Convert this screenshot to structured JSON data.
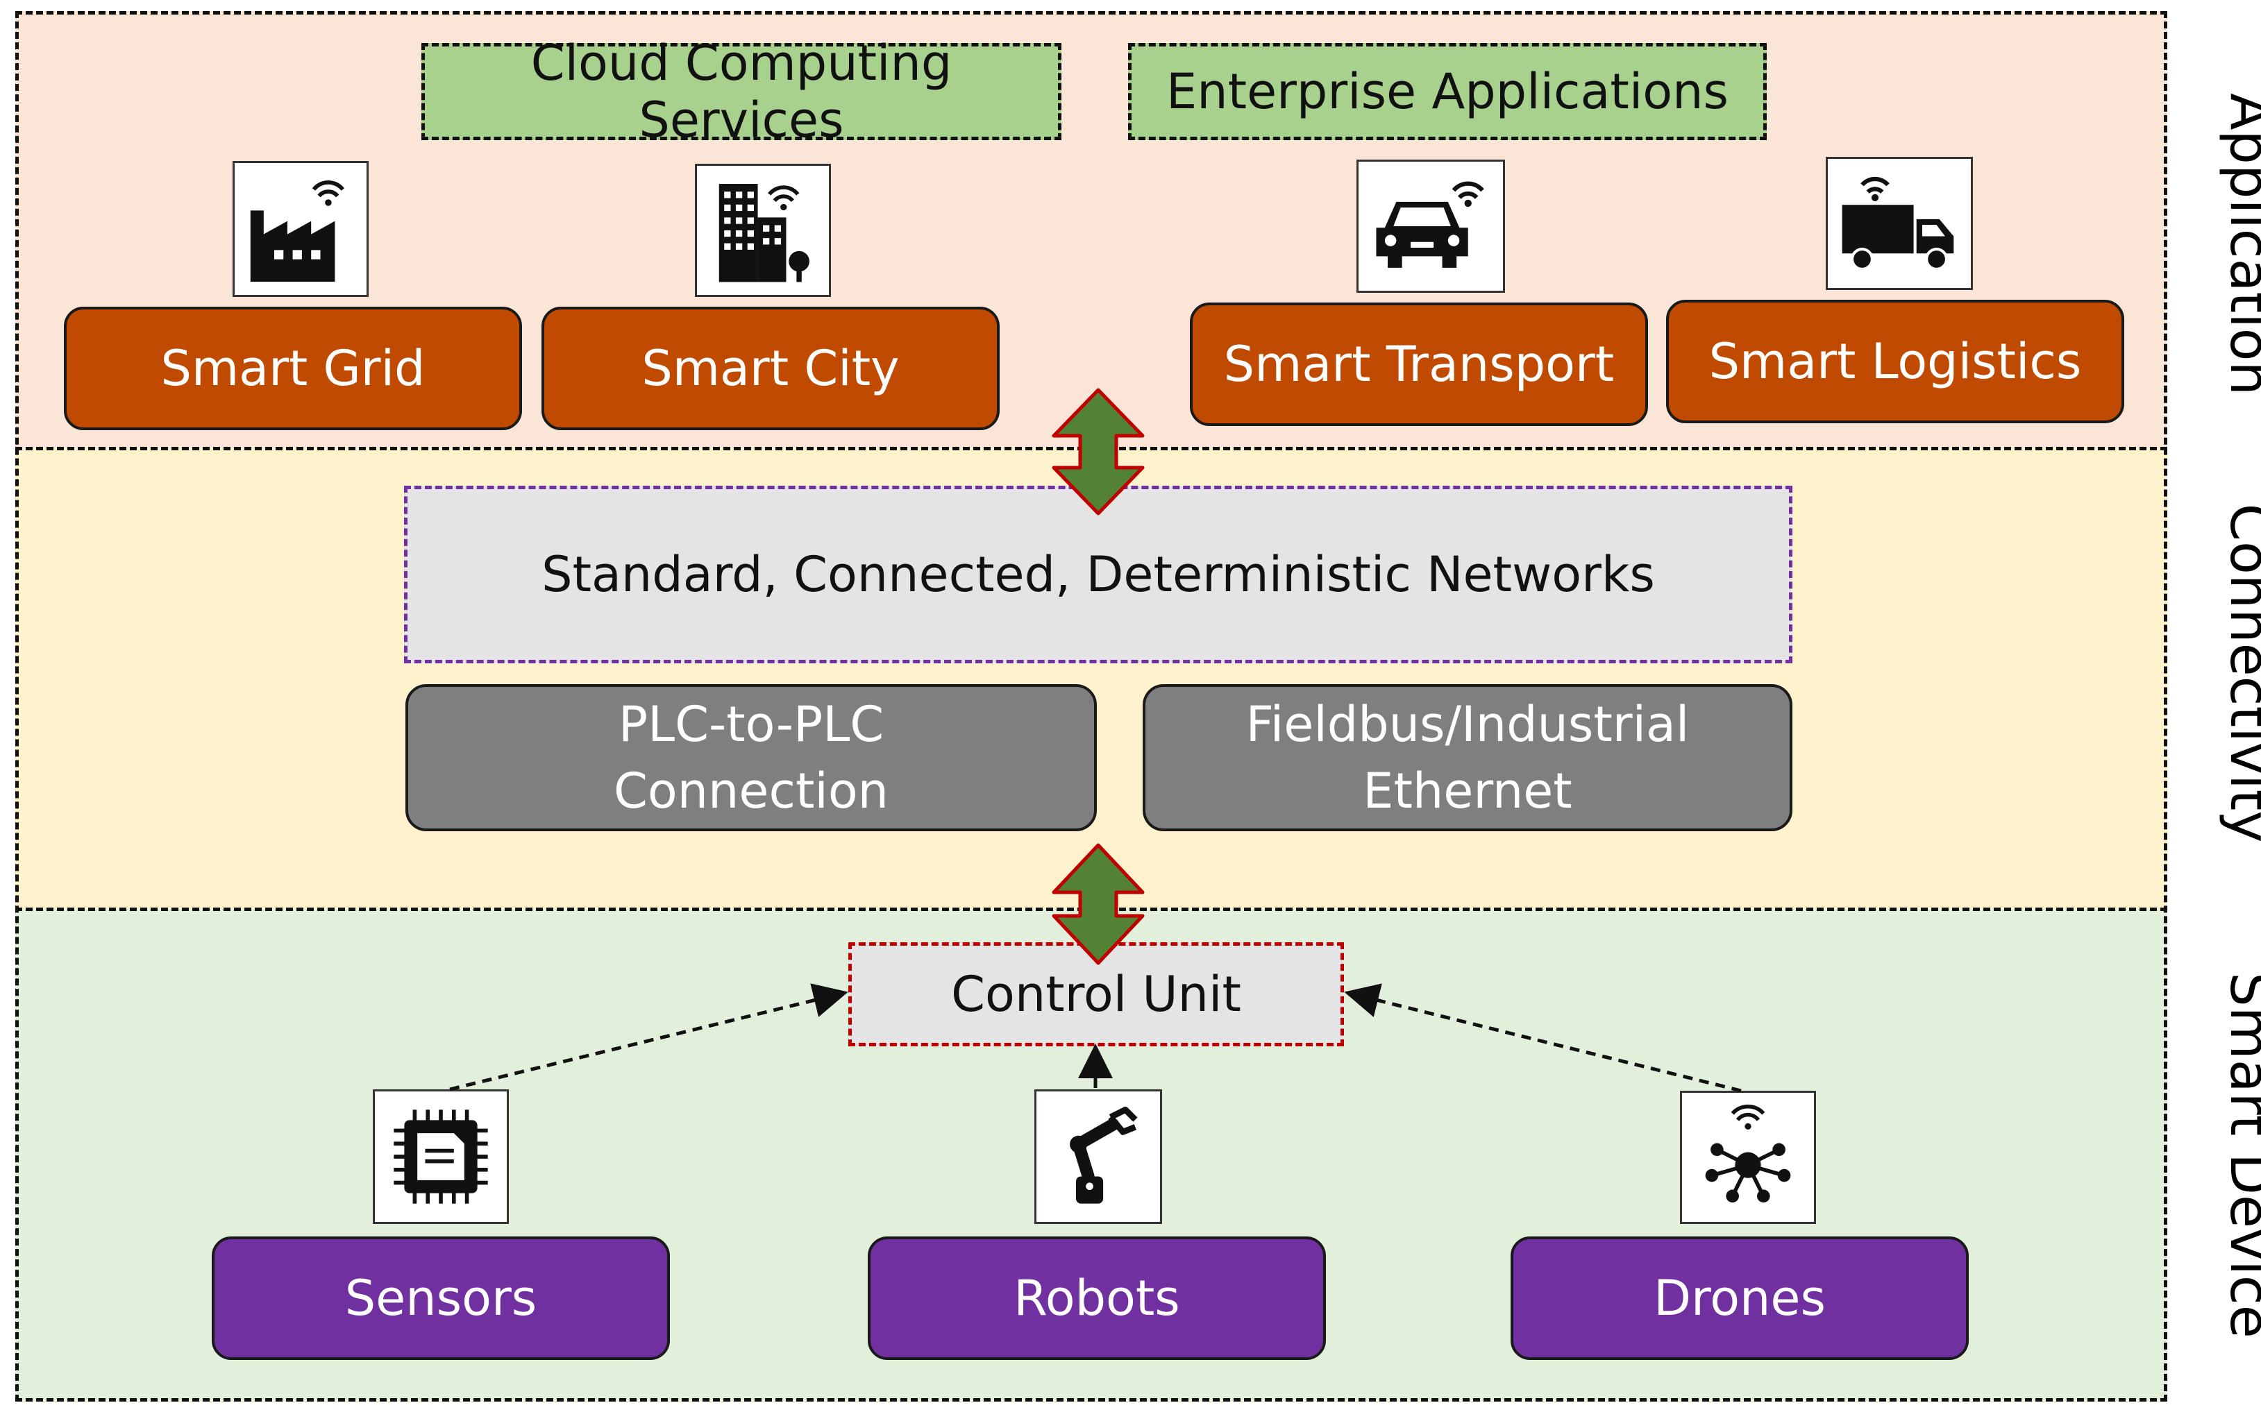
{
  "layers": {
    "application": "Application",
    "connectivity": "Connectivity",
    "smart_device": "Smart Device"
  },
  "application": {
    "cloud_services": "Cloud Computing Services",
    "enterprise_apps": "Enterprise Applications",
    "smart_grid": "Smart Grid",
    "smart_city": "Smart City",
    "smart_transport": "Smart Transport",
    "smart_logistics": "Smart Logistics"
  },
  "connectivity": {
    "networks": "Standard, Connected, Deterministic Networks",
    "plc": "PLC-to-PLC\nConnection",
    "fieldbus": "Fieldbus/Industrial\nEthernet"
  },
  "smart_device": {
    "control_unit": "Control Unit",
    "sensors": "Sensors",
    "robots": "Robots",
    "drones": "Drones"
  },
  "icons": {
    "smart_grid": "factory-wifi-icon",
    "smart_city": "city-building-wifi-icon",
    "smart_transport": "car-wifi-icon",
    "smart_logistics": "truck-wifi-icon",
    "sensors": "chip-icon",
    "robots": "robot-arm-icon",
    "drones": "network-hub-wifi-icon"
  },
  "colors": {
    "application_bg": "#fbe5d6",
    "connectivity_bg": "#fff2cc",
    "smart_device_bg": "#e2efda",
    "orange": "#c04b00",
    "purple": "#7030a0",
    "gray": "#7f7f7f",
    "green_box": "#a9d18e",
    "arrow_fill": "#548235",
    "arrow_stroke": "#c00000"
  }
}
